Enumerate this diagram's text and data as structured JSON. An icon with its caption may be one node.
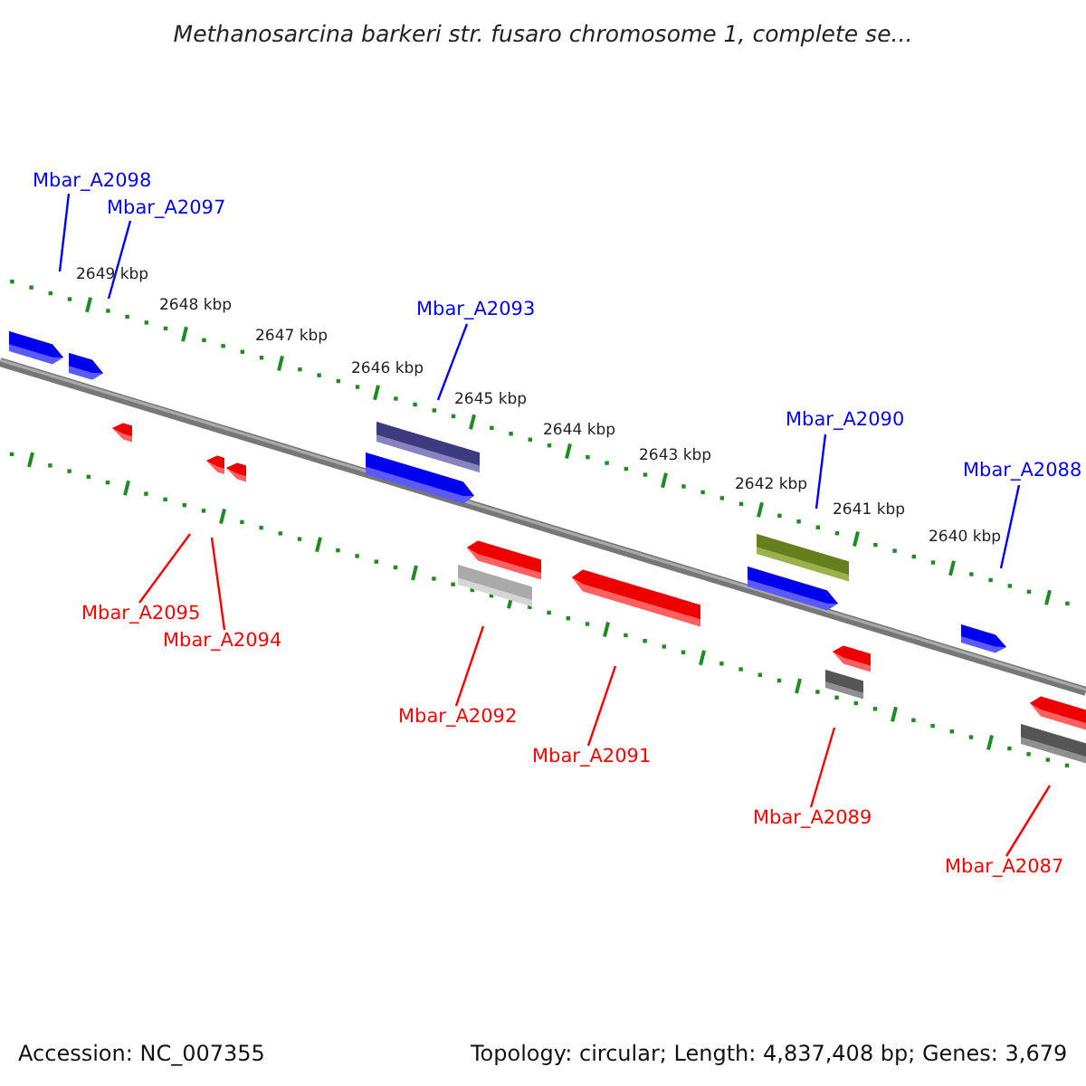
{
  "diagram": {
    "title": "Methanosarcina barkeri str. fusaro chromosome 1, complete se...",
    "nodes": [
      {
        "text": [
          "Mbar_A2098"
        ]
      },
      {
        "text": [
          "Mbar_A2097"
        ]
      },
      {
        "text": [
          "Mbar_A2093"
        ]
      },
      {
        "text": [
          "Mbar_A2090"
        ]
      },
      {
        "text": [
          "Mbar_A2088"
        ]
      },
      {
        "text": [
          "Mbar_A2095"
        ]
      },
      {
        "text": [
          "Mbar_A2094"
        ]
      },
      {
        "text": [
          "Mbar_A2092"
        ]
      },
      {
        "text": [
          "Mbar_A2091"
        ]
      },
      {
        "text": [
          "Mbar_A2089"
        ]
      },
      {
        "text": [
          "Mbar_A2087"
        ]
      }
    ],
    "edges": [
      {
        "from": 0,
        "to": null,
        "arrow": "none",
        "color": "#0000ff"
      },
      {
        "from": 1,
        "to": null,
        "arrow": "none",
        "color": "#0000ff"
      },
      {
        "from": 2,
        "to": null,
        "arrow": "none",
        "color": "#0000ff"
      },
      {
        "from": 3,
        "to": null,
        "arrow": "none",
        "color": "#0000ff"
      },
      {
        "from": 4,
        "to": null,
        "arrow": "none",
        "color": "#0000ff"
      },
      {
        "from": 5,
        "to": null,
        "arrow": "none",
        "color": "#ff0000"
      },
      {
        "from": 6,
        "to": null,
        "arrow": "none",
        "color": "#ff0000"
      },
      {
        "from": 7,
        "to": null,
        "arrow": "none",
        "color": "#ff0000"
      },
      {
        "from": 8,
        "to": null,
        "arrow": "none",
        "color": "#ff0000"
      },
      {
        "from": 9,
        "to": null,
        "arrow": "none",
        "color": "#ff0000"
      },
      {
        "from": 10,
        "to": null,
        "arrow": "none",
        "color": "#ff0000"
      }
    ],
    "labels": [
      "2649 kbp",
      "2648 kbp",
      "2647 kbp",
      "2646 kbp",
      "2645 kbp",
      "2644 kbp",
      "2643 kbp",
      "2642 kbp",
      "2641 kbp",
      "2640 kbp",
      "Accession: NC_007355",
      "Topology: circular; Length: 4,837,408 bp; Genes: 3,679"
    ]
  }
}
